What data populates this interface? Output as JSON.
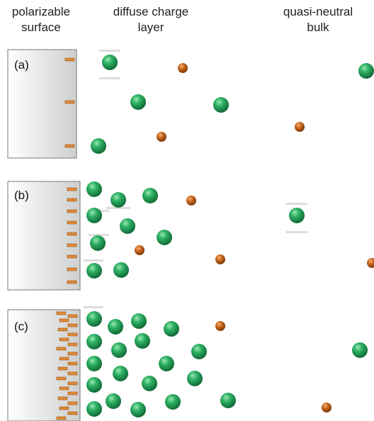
{
  "headers": {
    "surface": "polarizable\nsurface",
    "layer": "diffuse charge\nlayer",
    "bulk": "quasi-neutral\nbulk"
  },
  "panels": [
    {
      "label": "(a)"
    },
    {
      "label": "(b)"
    },
    {
      "label": "(c)"
    }
  ],
  "colors": {
    "surface_gradient_start": "#d9d9d9",
    "surface_gradient_end": "#ffffff",
    "charge_marker": "#d9822b",
    "cation": "#1f9a55",
    "anion": "#c46a1a"
  }
}
